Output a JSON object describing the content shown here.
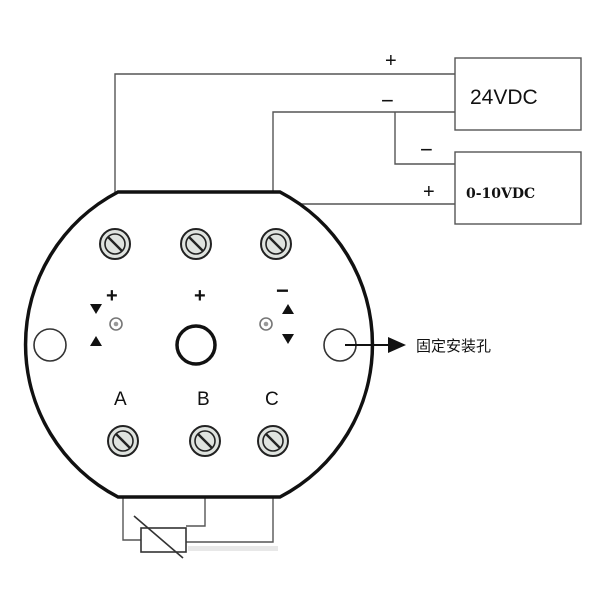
{
  "power_supply": {
    "label": "24VDC",
    "plus": "+",
    "minus": "−"
  },
  "signal_output": {
    "label": "0-10VDC",
    "plus": "+",
    "minus": "−"
  },
  "top_terminal_marks": {
    "left": "+",
    "middle": "+",
    "right": "−"
  },
  "bottom_terminals": [
    "A",
    "B",
    "C"
  ],
  "mounting_hole_label": "固定安装孔",
  "colors": {
    "line": "#555555",
    "housing": "#111111",
    "screw_fill": "#dfe3df"
  },
  "icons": [
    "screw-terminal-icon",
    "adjust-potentiometer-icon",
    "triangle-up-icon",
    "triangle-down-icon",
    "arrow-right-icon",
    "resistor-icon"
  ]
}
